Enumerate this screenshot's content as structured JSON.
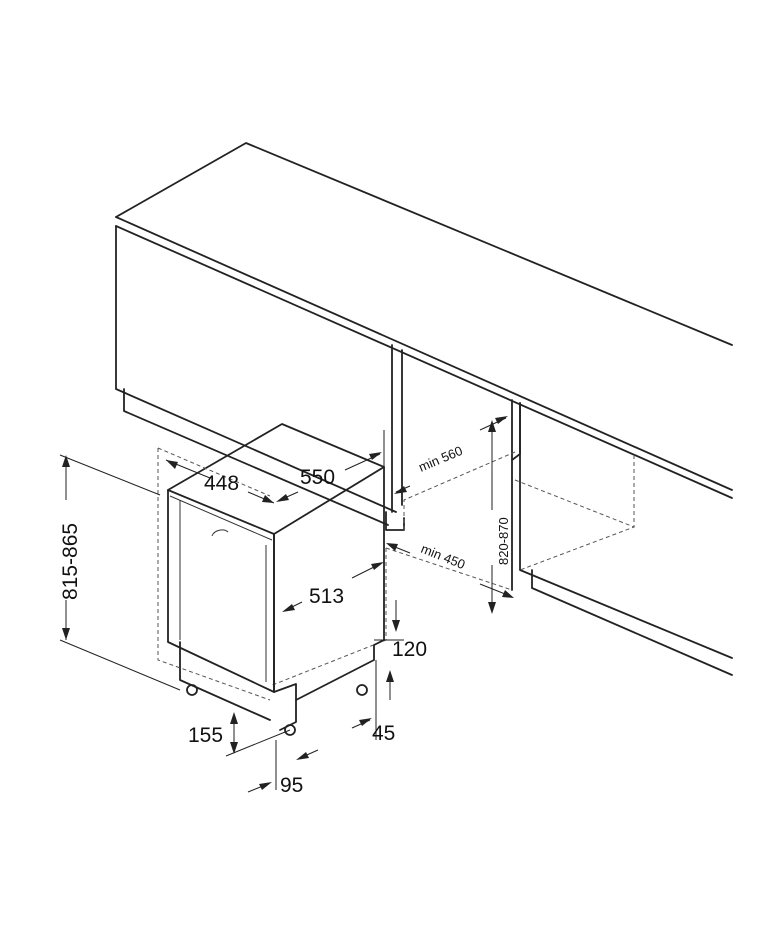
{
  "dimensions": {
    "width_448": "448",
    "depth_550": "550",
    "height_815_865": "815-865",
    "inner_depth_513": "513",
    "plinth_120": "120",
    "foot_45": "45",
    "foot_155": "155",
    "foot_95": "95",
    "niche_width_min_560": "min 560",
    "niche_width_min_450": "min 450",
    "niche_height_820_870": "820-870"
  }
}
